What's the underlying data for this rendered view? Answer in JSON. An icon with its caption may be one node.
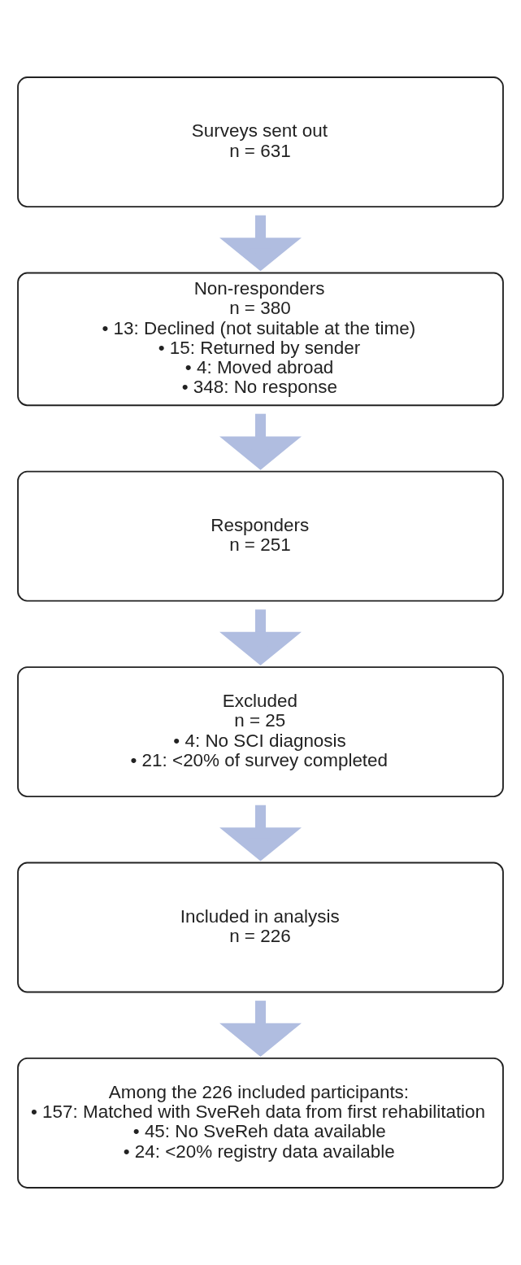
{
  "diagram": {
    "nodes": [
      {
        "text": [
          "Surveys sent out",
          "n = 631"
        ]
      },
      {
        "text": [
          "Non-responders",
          "n = 380",
          "• 13: Declined (not suitable at the time)",
          "• 15: Returned by sender",
          "• 4: Moved abroad",
          "• 348: No response"
        ]
      },
      {
        "text": [
          "Responders",
          "n = 251"
        ]
      },
      {
        "text": [
          "Excluded",
          "n = 25",
          "• 4: No SCI diagnosis",
          "• 21: <20% of survey completed"
        ]
      },
      {
        "text": [
          "Included in analysis",
          "n = 226"
        ]
      },
      {
        "text": [
          "Among the 226 included participants:",
          "• 157: Matched with SveReh data from first rehabilitation",
          "• 45: No SveReh data available",
          "• 24: <20% registry data available"
        ]
      }
    ],
    "edges": [
      {
        "from": 0,
        "to": 1,
        "arrow": "to"
      },
      {
        "from": 1,
        "to": 2,
        "arrow": "to"
      },
      {
        "from": 2,
        "to": 3,
        "arrow": "to"
      },
      {
        "from": 3,
        "to": 4,
        "arrow": "to"
      },
      {
        "from": 4,
        "to": 5,
        "arrow": "to"
      }
    ]
  }
}
